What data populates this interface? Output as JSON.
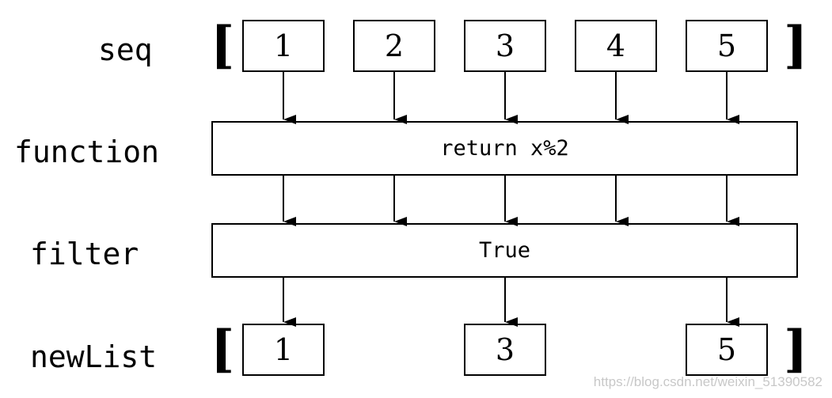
{
  "labels": {
    "seq": "seq",
    "function": "function",
    "filter": "filter",
    "newList": "newList"
  },
  "brackets": {
    "open": "[",
    "close": "]"
  },
  "seq_items": [
    "1",
    "2",
    "3",
    "4",
    "5"
  ],
  "function_text": "return x%2",
  "filter_text": "True",
  "new_list_items": [
    "1",
    "3",
    "5"
  ],
  "watermark": "https://blog.csdn.net/weixin_51390582"
}
